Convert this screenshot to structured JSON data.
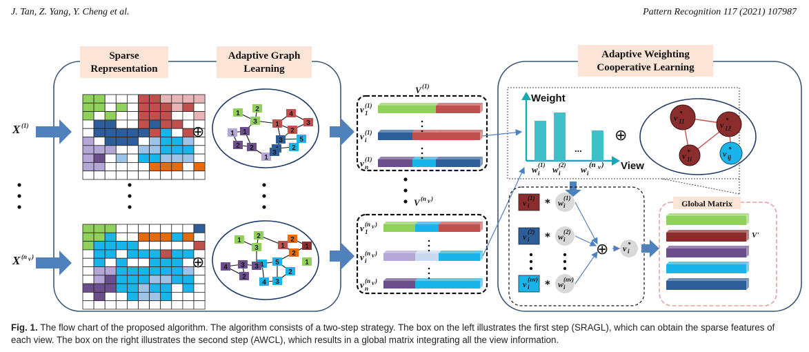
{
  "header": {
    "authors": "J. Tan, Z. Yang, Y. Cheng et al.",
    "journal": "Pattern Recognition 117 (2021) 107987"
  },
  "figure": {
    "labels": {
      "sparse_1": "Sparse",
      "sparse_2": "Representation",
      "agl_1": "Adaptive Graph",
      "agl_2": "Learning",
      "awcl_1": "Adaptive Weighting",
      "awcl_2": "Cooperative Learning",
      "weight": "Weight",
      "view": "View",
      "global_matrix": "Global Matrix",
      "oplus": "⊕",
      "times": "*",
      "dots_h": "...",
      "dots_v": "⋮",
      "X": "X",
      "V": "V",
      "v": "v",
      "w": "w",
      "sup_1": "(1)",
      "sup_2": "(2)",
      "sup_nv": "(n",
      "sup_nv_sub": "v",
      "sup_nv_close": ")",
      "sub_1": "1",
      "sub_i": "i",
      "sub_n": "n",
      "sub_11": "11",
      "sub_12": "12",
      "sub_1i": "1i",
      "sub_ij": "ij",
      "star": "*",
      "v_prime": "V'"
    },
    "graph_nodes_top": [
      "1",
      "2",
      "3",
      "1",
      "2",
      "4",
      "3",
      "1",
      "2",
      "3",
      "2",
      "4",
      "5",
      "1",
      "3",
      "2",
      "1"
    ],
    "graph_nodes_bottom": [
      "1",
      "2",
      "3",
      "2",
      "1",
      "3",
      "4",
      "1",
      "2",
      "1",
      "5",
      "2",
      "3",
      "4",
      "3",
      "2",
      "1"
    ],
    "colors": {
      "green": "#8fd15a",
      "red": "#c0504d",
      "darkblue": "#2e5e99",
      "cyan": "#18b4ea",
      "purple": "#6b4f8c",
      "lavender": "#b4a7d6",
      "orange": "#e46c0a",
      "darkred": "#8b2d2d",
      "teal": "#3fc0c8",
      "arrow": "#4f81bd",
      "title_bg": "#fce4d6"
    }
  },
  "caption": {
    "label": "Fig. 1.",
    "text": "The flow chart of the proposed algorithm. The algorithm consists of a two-step strategy. The box on the left illustrates the first step (SRAGL), which can obtain the sparse features of each view. The box on the right illustrates the second step (AWCL), which results in a global matrix integrating all the view information."
  }
}
